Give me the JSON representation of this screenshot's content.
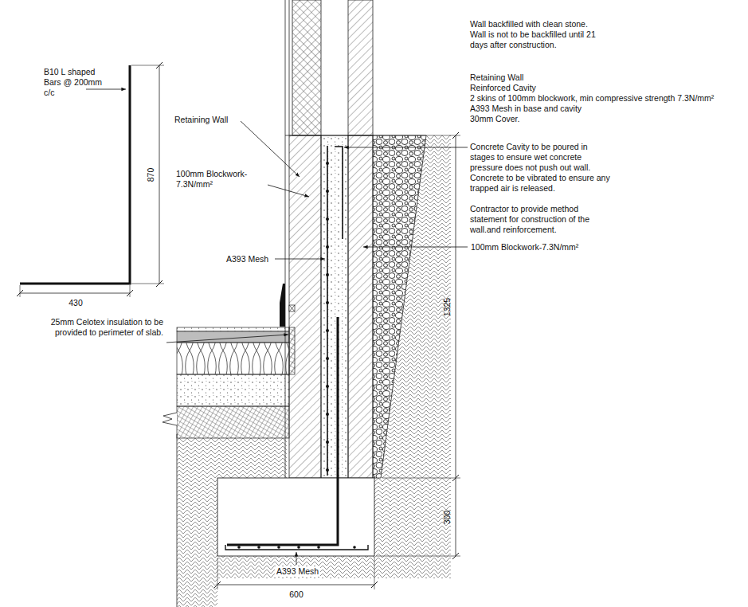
{
  "diagram": {
    "labels": [
      "B10 L shaped Bars @ 200mm c/c",
      "870",
      "430",
      "Retaining Wall",
      "100mm Blockwork-7.3N/mm²",
      "A393 Mesh",
      "25mm Celotex insulation to be provided to perimeter of slab.",
      "A393 Mesh",
      "600",
      "1325",
      "300",
      "100mm Blockwork-7.3N/mm²",
      "Wall backfilled with clean stone. Wall is not to be backfilled until 21 days after construction.",
      "Retaining Wall",
      "Reinforced Cavity",
      "2 skins of 100mm blockwork, min compressive strength 7.3N/mm²",
      "A393 Mesh in base and cavity",
      "30mm Cover.",
      "Concrete Cavity to be poured in stages to ensure wet concrete pressure does not push out wall. Concrete to be vibrated to ensure any trapped air is released.",
      "Contractor to provide method statement for construction of the wall.and reinforcement."
    ]
  }
}
